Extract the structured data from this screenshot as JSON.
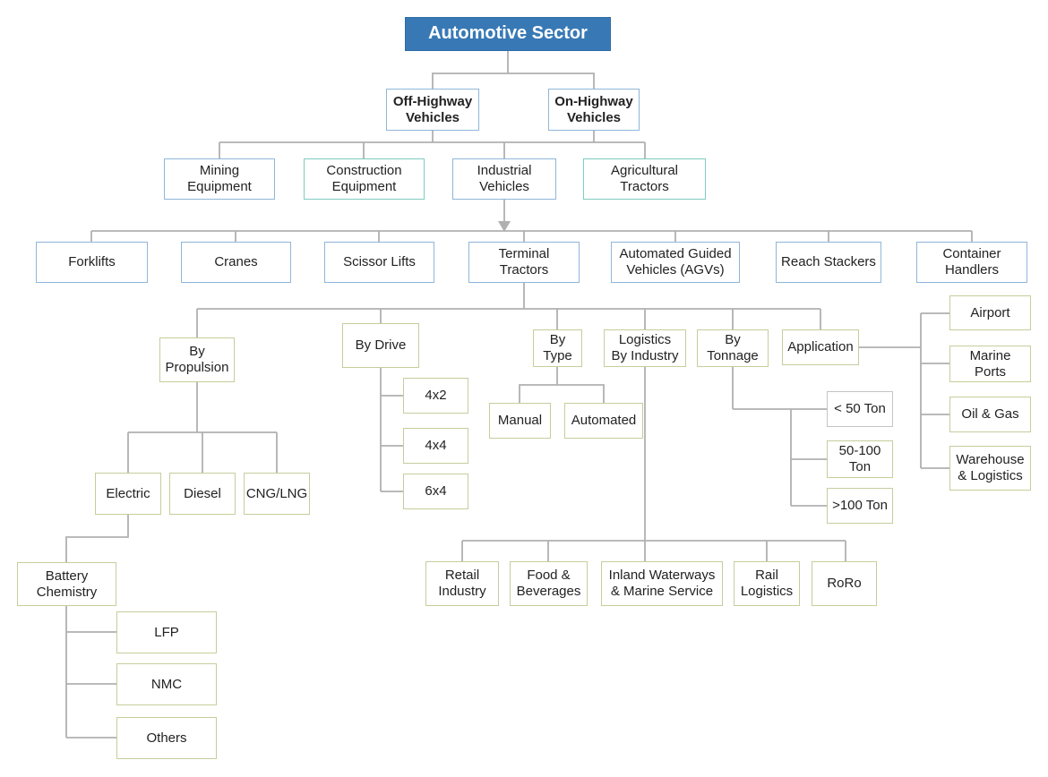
{
  "colors": {
    "root_fill": "#3879b5",
    "root_border": "#2d6da8",
    "root_text": "#ffffff",
    "node_blue_border": "#8fb6da",
    "node_teal_border": "#7fccc0",
    "node_olive_border": "#c6cd9b",
    "node_gray_border": "#c4c4c4",
    "connector_line": "#b0b0b0",
    "text": "#222222"
  },
  "nodes": {
    "automotive_sector": {
      "label": "Automotive Sector"
    },
    "off_highway": {
      "label": "Off-Highway\nVehicles"
    },
    "on_highway": {
      "label": "On-Highway\nVehicles"
    },
    "mining": {
      "label": "Mining\nEquipment"
    },
    "construction": {
      "label": "Construction\nEquipment"
    },
    "industrial": {
      "label": "Industrial\nVehicles"
    },
    "agricultural": {
      "label": "Agricultural\nTractors"
    },
    "forklifts": {
      "label": "Forklifts"
    },
    "cranes": {
      "label": "Cranes"
    },
    "scissor_lifts": {
      "label": "Scissor Lifts"
    },
    "terminal_tractors": {
      "label": "Terminal\nTractors"
    },
    "agvs": {
      "label": "Automated Guided\nVehicles (AGVs)"
    },
    "reach_stackers": {
      "label": "Reach Stackers"
    },
    "container_handlers": {
      "label": "Container\nHandlers"
    },
    "by_propulsion": {
      "label": "By\nPropulsion"
    },
    "by_drive": {
      "label": "By Drive"
    },
    "by_type": {
      "label": "By\nType"
    },
    "logistics_by_industry": {
      "label": "Logistics\nBy Industry"
    },
    "by_tonnage": {
      "label": "By\nTonnage"
    },
    "application": {
      "label": "Application"
    },
    "d4x2": {
      "label": "4x2"
    },
    "d4x4": {
      "label": "4x4"
    },
    "d6x4": {
      "label": "6x4"
    },
    "manual": {
      "label": "Manual"
    },
    "automated": {
      "label": "Automated"
    },
    "lt50": {
      "label": "< 50 Ton"
    },
    "t50_100": {
      "label": "50-100\nTon"
    },
    "gt100": {
      "label": ">100 Ton"
    },
    "airport": {
      "label": "Airport"
    },
    "marine_ports": {
      "label": "Marine\nPorts"
    },
    "oil_gas": {
      "label": "Oil & Gas"
    },
    "warehouse_logistics": {
      "label": "Warehouse\n& Logistics"
    },
    "electric": {
      "label": "Electric"
    },
    "diesel": {
      "label": "Diesel"
    },
    "cng_lng": {
      "label": "CNG/LNG"
    },
    "battery_chemistry": {
      "label": "Battery\nChemistry"
    },
    "lfp": {
      "label": "LFP"
    },
    "nmc": {
      "label": "NMC"
    },
    "others": {
      "label": "Others"
    },
    "retail": {
      "label": "Retail\nIndustry"
    },
    "food_beverages": {
      "label": "Food &\nBeverages"
    },
    "inland_waterways": {
      "label": "Inland Waterways\n& Marine Service"
    },
    "rail_logistics": {
      "label": "Rail\nLogistics"
    },
    "roro": {
      "label": "RoRo"
    }
  }
}
